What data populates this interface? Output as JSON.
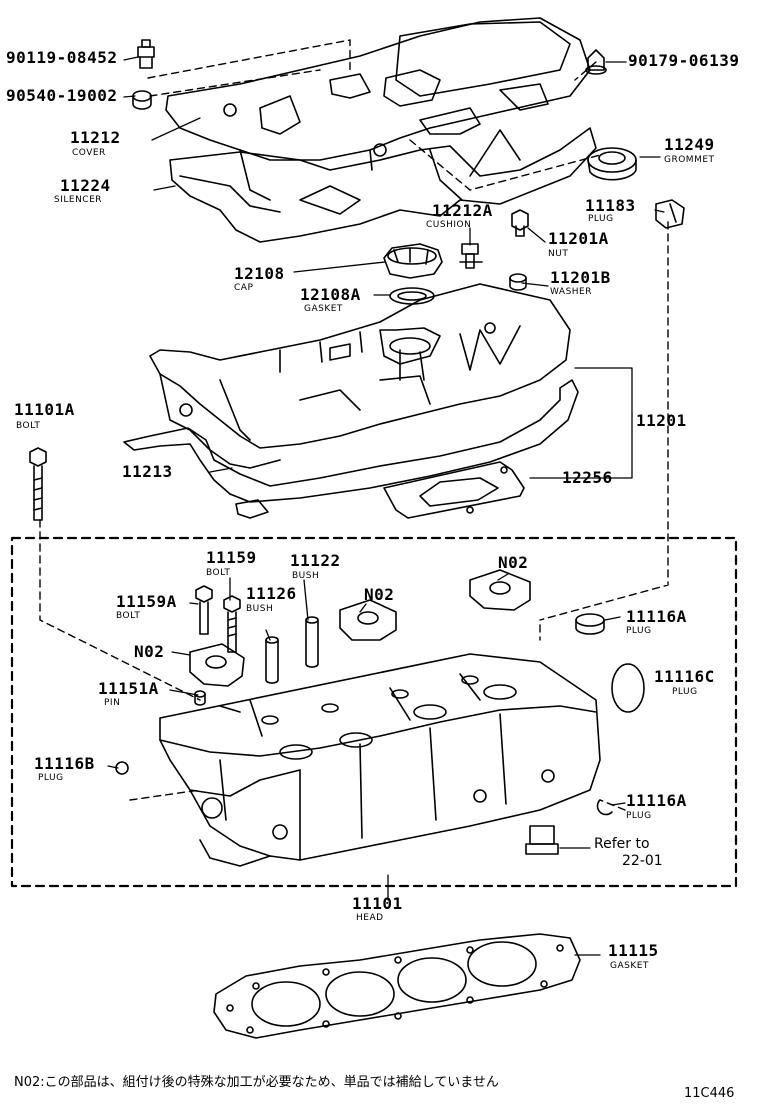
{
  "parts": [
    {
      "id": "p90119",
      "number": "90119-08452",
      "name": ""
    },
    {
      "id": "p90540",
      "number": "90540-19002",
      "name": ""
    },
    {
      "id": "p90179",
      "number": "90179-06139",
      "name": ""
    },
    {
      "id": "p11212",
      "number": "11212",
      "name": "COVER"
    },
    {
      "id": "p11224",
      "number": "11224",
      "name": "SILENCER"
    },
    {
      "id": "p11249",
      "number": "11249",
      "name": "GROMMET"
    },
    {
      "id": "p11212A",
      "number": "11212A",
      "name": "CUSHION"
    },
    {
      "id": "p11183",
      "number": "11183",
      "name": "PLUG"
    },
    {
      "id": "p11201A",
      "number": "11201A",
      "name": "NUT"
    },
    {
      "id": "p12108",
      "number": "12108",
      "name": "CAP"
    },
    {
      "id": "p12108A",
      "number": "12108A",
      "name": "GASKET"
    },
    {
      "id": "p11201B",
      "number": "11201B",
      "name": "WASHER"
    },
    {
      "id": "p11101A",
      "number": "11101A",
      "name": "BOLT"
    },
    {
      "id": "p11201",
      "number": "11201",
      "name": ""
    },
    {
      "id": "p11213",
      "number": "11213",
      "name": ""
    },
    {
      "id": "p12256",
      "number": "12256",
      "name": ""
    },
    {
      "id": "p11159",
      "number": "11159",
      "name": "BOLT"
    },
    {
      "id": "p11122",
      "number": "11122",
      "name": "BUSH"
    },
    {
      "id": "pN02a",
      "number": "N02",
      "name": ""
    },
    {
      "id": "p11159A",
      "number": "11159A",
      "name": "BOLT"
    },
    {
      "id": "p11126",
      "number": "11126",
      "name": "BUSH"
    },
    {
      "id": "pN02b",
      "number": "N02",
      "name": ""
    },
    {
      "id": "p11116A1",
      "number": "11116A",
      "name": "PLUG"
    },
    {
      "id": "pN02c",
      "number": "N02",
      "name": ""
    },
    {
      "id": "p11116C",
      "number": "11116C",
      "name": "PLUG"
    },
    {
      "id": "p11151A",
      "number": "11151A",
      "name": "PIN"
    },
    {
      "id": "p11116B",
      "number": "11116B",
      "name": "PLUG"
    },
    {
      "id": "p11116A2",
      "number": "11116A",
      "name": "PLUG"
    },
    {
      "id": "p11101",
      "number": "11101",
      "name": "HEAD"
    },
    {
      "id": "p11115",
      "number": "11115",
      "name": "GASKET"
    }
  ],
  "reference": {
    "line1": "Refer to",
    "line2": "22-01"
  },
  "footnote": "N02:この部品は、組付け後の特殊な加工が必要なため、単品では補給していません",
  "diagram_code": "11C446"
}
